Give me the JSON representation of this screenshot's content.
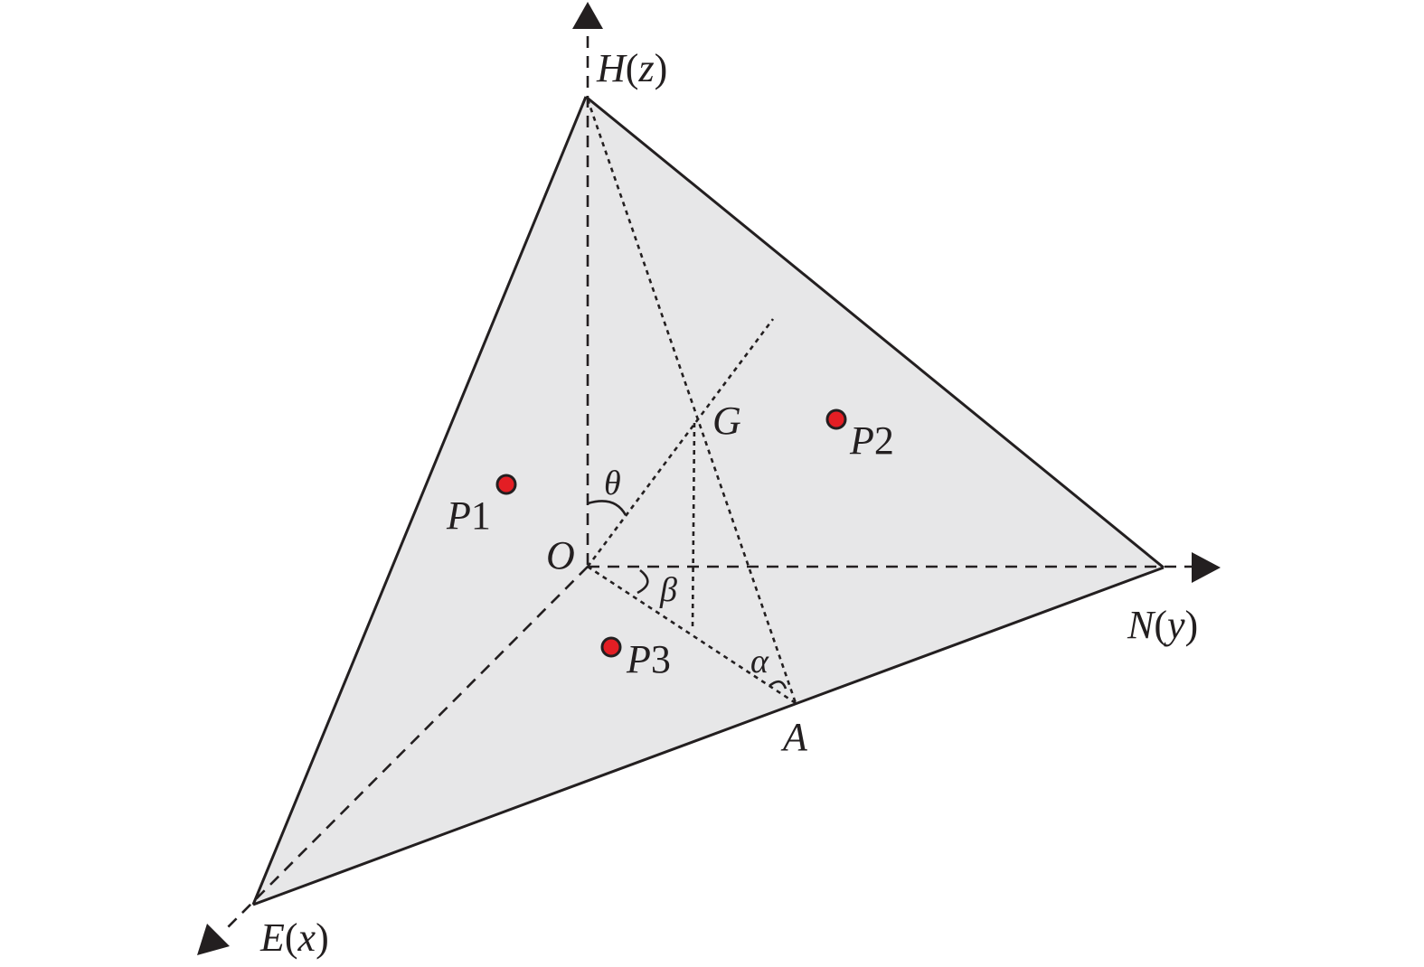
{
  "diagram": {
    "axes": {
      "z": {
        "letter": "H",
        "var": "z"
      },
      "y": {
        "letter": "N",
        "var": "y"
      },
      "x": {
        "letter": "E",
        "var": "x"
      }
    },
    "points": {
      "origin": "O",
      "centroid": "G",
      "foot": "A",
      "p1": {
        "letter": "P",
        "num": "1"
      },
      "p2": {
        "letter": "P",
        "num": "2"
      },
      "p3": {
        "letter": "P",
        "num": "3"
      }
    },
    "angles": {
      "theta": "θ",
      "beta": "β",
      "alpha": "α"
    },
    "colors": {
      "face": "#e7e7e8",
      "line": "#231f20",
      "point_fill": "#e31e24"
    }
  }
}
